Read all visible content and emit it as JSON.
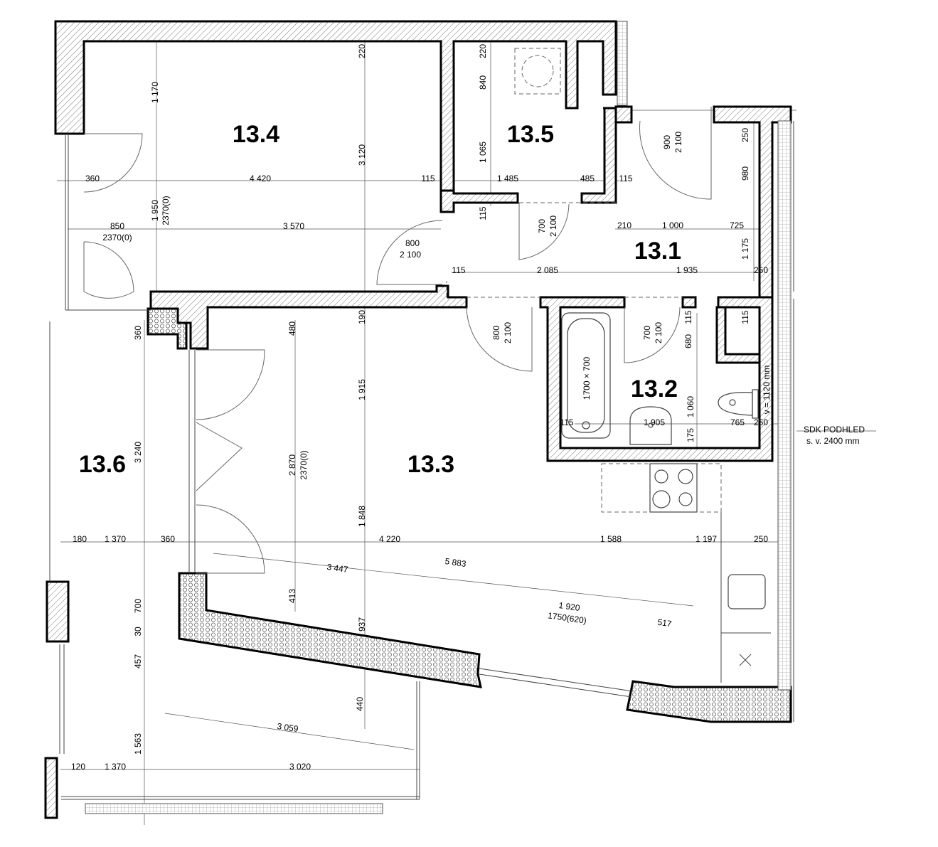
{
  "rooms": {
    "r134": "13.4",
    "r135": "13.5",
    "r131": "13.1",
    "r132": "13.2",
    "r133": "13.3",
    "r136": "13.6"
  },
  "note": {
    "line1": "SDK PODHLED",
    "line2": "s. v. 2400 mm"
  },
  "fixtures": {
    "bathtub": "1700 × 700",
    "wc_height": "v = 1120 mm"
  },
  "dims": {
    "d01": "220",
    "d02": "1 170",
    "d03": "3 120",
    "d04": "360",
    "d05": "4 420",
    "d06": "115",
    "d07": "1 950",
    "d08": "2370(0)",
    "d09": "850",
    "d10": "2370(0)",
    "d11": "3 570",
    "d12": "800",
    "d13": "2 100",
    "d14": "220",
    "d15": "840",
    "d16": "1 065",
    "d17": "1 485",
    "d18": "485",
    "d19": "115",
    "d20": "115",
    "d21": "700",
    "d22": "2 100",
    "d23": "900",
    "d24": "2 100",
    "d25": "250",
    "d26": "980",
    "d27": "210",
    "d28": "1 000",
    "d29": "725",
    "d30": "1 175",
    "d31": "115",
    "d32": "2 085",
    "d33": "1 935",
    "d34": "250",
    "d35": "480",
    "d36": "190",
    "d37": "360",
    "d38": "800",
    "d39": "2 100",
    "d40": "700",
    "d41": "2 100",
    "d42": "115",
    "d43": "680",
    "d44": "115",
    "d45": "1 915",
    "d46": "3 240",
    "d47": "115",
    "d48": "1 905",
    "d49": "1 060",
    "d50": "175",
    "d51": "765",
    "d52": "250",
    "d53": "2 870",
    "d54": "2370(0)",
    "d55": "1 848",
    "d56": "180",
    "d57": "1 370",
    "d58": "360",
    "d59": "4 220",
    "d60": "1 588",
    "d61": "1 197",
    "d62": "250",
    "d63": "3 447",
    "d64": "5 883",
    "d65": "413",
    "d66": "700",
    "d67": "1 920",
    "d68": "1750(620)",
    "d69": "517",
    "d70": "30",
    "d71": "937",
    "d72": "457",
    "d73": "440",
    "d74": "3 059",
    "d75": "1 563",
    "d76": "120",
    "d77": "1 370",
    "d78": "3 020"
  }
}
